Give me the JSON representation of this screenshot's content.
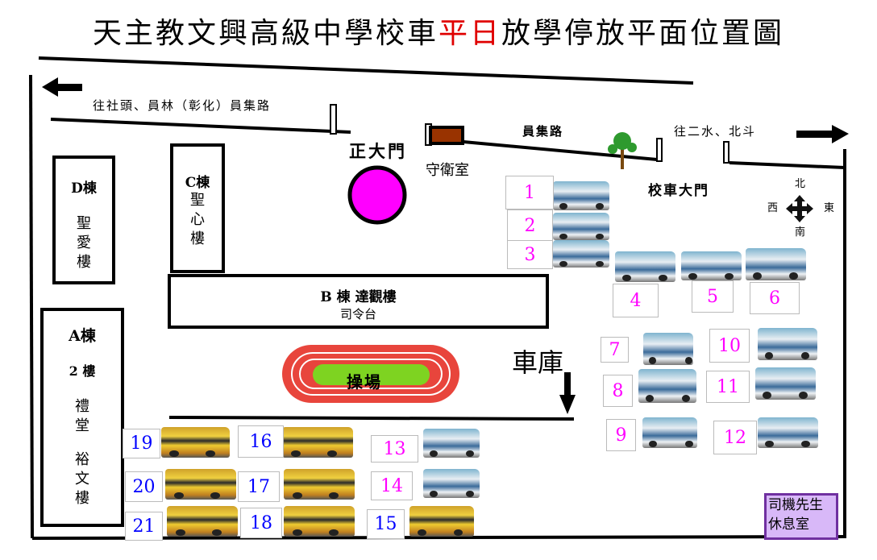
{
  "title": {
    "part1": "天主教文興高級中學校車",
    "part2": "平日",
    "part3": "放學停放平面位置圖"
  },
  "roads": {
    "west": "往社頭、員林（彰化）員集路",
    "middle": "員集路",
    "east": "往二水、北斗"
  },
  "gates": {
    "main": "正大門",
    "guard": "守衛室",
    "bus_gate": "校車大門"
  },
  "compass": {
    "north": "北",
    "south": "南",
    "east": "東",
    "west": "西"
  },
  "buildings": {
    "d": {
      "name": "D棟",
      "sub": "聖愛樓"
    },
    "c": {
      "name": "C棟",
      "sub": "聖心樓"
    },
    "b": {
      "name": "B 棟 達觀樓",
      "sub": "司令台"
    },
    "a": {
      "name": "A棟",
      "floor": "2 樓",
      "hall": "禮堂",
      "sub": "裕文樓"
    }
  },
  "playground": "操場",
  "garage": "車庫",
  "driver_room": "司機先生休息室",
  "colors": {
    "magenta": "#ff00ff",
    "blue": "#0000ff",
    "driver_room": "#d8b8f8",
    "track": "#e8453c",
    "field": "#7ed321"
  },
  "spots": [
    {
      "n": "1",
      "color": "#ff00ff",
      "bus": "blue"
    },
    {
      "n": "2",
      "color": "#ff00ff",
      "bus": "blue"
    },
    {
      "n": "3",
      "color": "#ff00ff",
      "bus": "blue"
    },
    {
      "n": "4",
      "color": "#ff00ff",
      "bus": "blue"
    },
    {
      "n": "5",
      "color": "#ff00ff",
      "bus": "blue"
    },
    {
      "n": "6",
      "color": "#ff00ff",
      "bus": "blue"
    },
    {
      "n": "7",
      "color": "#ff00ff",
      "bus": "blue"
    },
    {
      "n": "8",
      "color": "#ff00ff",
      "bus": "blue"
    },
    {
      "n": "9",
      "color": "#ff00ff",
      "bus": "blue"
    },
    {
      "n": "10",
      "color": "#ff00ff",
      "bus": "blue"
    },
    {
      "n": "11",
      "color": "#ff00ff",
      "bus": "blue"
    },
    {
      "n": "12",
      "color": "#ff00ff",
      "bus": "blue"
    },
    {
      "n": "13",
      "color": "#ff00ff",
      "bus": "blue"
    },
    {
      "n": "14",
      "color": "#ff00ff",
      "bus": "blue"
    },
    {
      "n": "15",
      "color": "#0000ff",
      "bus": "yellow"
    },
    {
      "n": "16",
      "color": "#0000ff",
      "bus": "yellow"
    },
    {
      "n": "17",
      "color": "#0000ff",
      "bus": "yellow"
    },
    {
      "n": "18",
      "color": "#0000ff",
      "bus": "yellow"
    },
    {
      "n": "19",
      "color": "#0000ff",
      "bus": "yellow"
    },
    {
      "n": "20",
      "color": "#0000ff",
      "bus": "yellow"
    },
    {
      "n": "21",
      "color": "#0000ff",
      "bus": "yellow"
    }
  ]
}
